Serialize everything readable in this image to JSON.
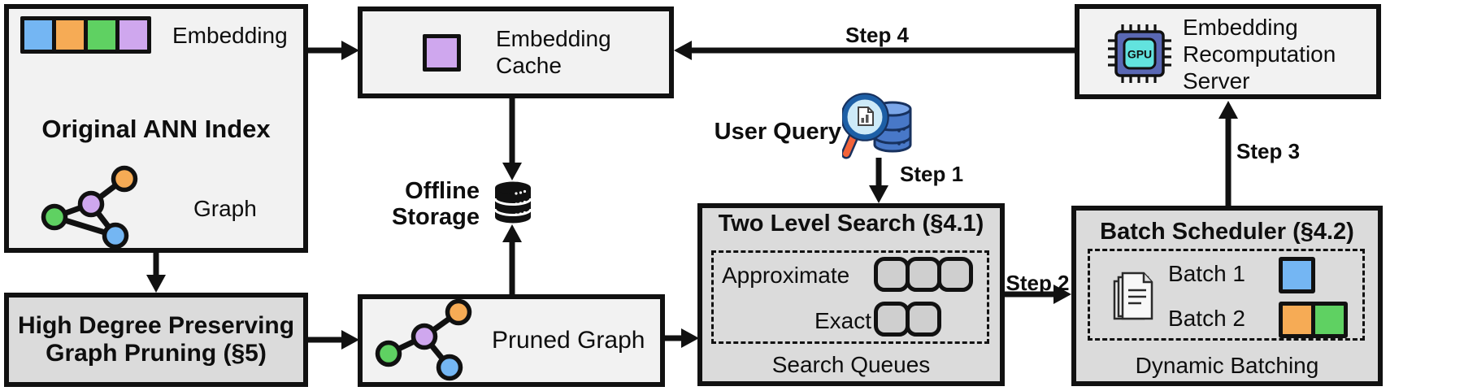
{
  "colors": {
    "blue": "#74b6f3",
    "orange": "#f6ab55",
    "green": "#5fd162",
    "purple": "#cfa7ee",
    "box_light": "#f2f2f2",
    "box_dark": "#dbdbdb",
    "queue_fill": "#cfcfcf",
    "chip_body": "#5a68b4",
    "chip_core": "#62e3de",
    "db_blue": "#4878c8",
    "db_blue_light": "#7ba6e8",
    "db_outline": "#17315e",
    "lens_fill": "#cdeaf8",
    "lens_rim": "#1d5fa6",
    "handle_orange": "#f2633a"
  },
  "ann_index": {
    "title": "Original ANN Index",
    "embedding_label": "Embedding",
    "graph_label": "Graph"
  },
  "embedding_cache": {
    "line1": "Embedding",
    "line2": "Cache"
  },
  "offline_storage": {
    "line1": "Offline",
    "line2": "Storage"
  },
  "user_query": {
    "label": "User Query"
  },
  "recompute_server": {
    "line1": "Embedding",
    "line2": "Recomputation",
    "line3": "Server",
    "chip_label": "GPU"
  },
  "hdp_pruning": {
    "line1": "High Degree Preserving",
    "line2": "Graph Pruning (§5)"
  },
  "pruned_graph": {
    "label": "Pruned Graph"
  },
  "two_level_search": {
    "title": "Two Level Search (§4.1)",
    "approximate_label": "Approximate",
    "exact_label": "Exact",
    "footer": "Search Queues"
  },
  "batch_scheduler": {
    "title": "Batch Scheduler (§4.2)",
    "batch1_label": "Batch 1",
    "batch2_label": "Batch 2",
    "footer": "Dynamic Batching"
  },
  "steps": {
    "step1": "Step 1",
    "step2": "Step 2",
    "step3": "Step 3",
    "step4": "Step 4"
  }
}
